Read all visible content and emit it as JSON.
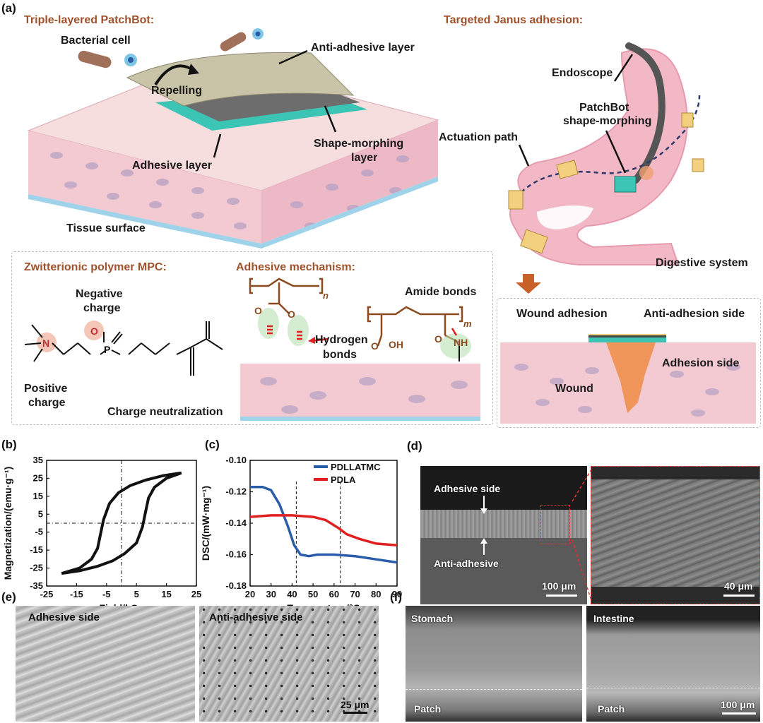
{
  "panel_a": {
    "label": "(a)",
    "patchbot": {
      "title": "Triple-layered PatchBot:",
      "bacterial_cell": "Bacterial  cell",
      "anti_adhesive_layer": "Anti-adhesive layer",
      "repelling": "Repelling",
      "shape_morphing_1": "Shape-morphing",
      "shape_morphing_2": "layer",
      "adhesive_layer": "Adhesive layer",
      "tissue_surface": "Tissue surface"
    },
    "janus": {
      "title": "Targeted Janus adhesion:",
      "endoscope": "Endoscope",
      "patchbot_1": "PatchBot",
      "patchbot_2": "shape-morphing",
      "actuation_path": "Actuation path",
      "digestive_system": "Digestive system",
      "wound_adhesion": "Wound adhesion",
      "anti_adhesion_side": "Anti-adhesion side",
      "adhesion_side": "Adhesion side",
      "wound": "Wound"
    },
    "mpc": {
      "title": "Zwitterionic polymer MPC:",
      "negative_1": "Negative",
      "negative_2": "charge",
      "positive_1": "Positive",
      "positive_2": "charge",
      "neutralization": "Charge neutralization",
      "atom_n": "N",
      "atom_o": "O",
      "atom_p": "P"
    },
    "mechanism": {
      "title": "Adhesive mechanism:",
      "hydrogen_1": "Hydrogen",
      "hydrogen_2": "bonds",
      "amide": "Amide bonds",
      "sub_n": "n",
      "sub_m": "m",
      "oh": "OH",
      "nh": "NH",
      "o": "O"
    }
  },
  "panel_b": {
    "label": "(b)",
    "chart_data": {
      "type": "line",
      "xlabel": "Field/kOe",
      "ylabel": "Magnetization/(emu·g⁻¹)",
      "xlim": [
        -25,
        25
      ],
      "ylim": [
        -35,
        35
      ],
      "xticks": [
        "-25",
        "-15",
        "-5",
        "5",
        "15",
        "25"
      ],
      "yticks": [
        "35",
        "25",
        "15",
        "5",
        "-5",
        "-15",
        "-25",
        "-35"
      ],
      "series": [
        {
          "points": [
            [
              -20,
              -28
            ],
            [
              -14,
              -25
            ],
            [
              -10,
              -20
            ],
            [
              -8,
              -14
            ],
            [
              -7,
              -6
            ],
            [
              -6,
              2
            ],
            [
              -4,
              11
            ],
            [
              -1,
              17
            ],
            [
              3,
              21
            ],
            [
              8,
              24
            ],
            [
              14,
              26.5
            ],
            [
              20,
              28
            ]
          ]
        },
        {
          "points": [
            [
              20,
              28
            ],
            [
              15,
              25
            ],
            [
              11,
              20
            ],
            [
              9,
              14
            ],
            [
              8,
              6
            ],
            [
              7,
              -2
            ],
            [
              5,
              -11
            ],
            [
              1,
              -17
            ],
            [
              -3,
              -21
            ],
            [
              -8,
              -24
            ],
            [
              -14,
              -26.5
            ],
            [
              -20,
              -28
            ]
          ]
        }
      ]
    }
  },
  "panel_c": {
    "label": "(c)",
    "chart_data": {
      "type": "line",
      "xlabel": "Temperature/°C",
      "ylabel": "DSC/(mW·mg⁻¹)",
      "xlim": [
        20,
        90
      ],
      "ylim": [
        -0.18,
        -0.1
      ],
      "xticks": [
        "20",
        "30",
        "40",
        "50",
        "60",
        "70",
        "80",
        "90"
      ],
      "yticks": [
        "-0.10",
        "-0.12",
        "-0.14",
        "-0.16",
        "-0.18"
      ],
      "legend_position": "top-right",
      "series": [
        {
          "name": "PDLLATMC",
          "color": "#2a5caa",
          "points": [
            [
              20,
              -0.117
            ],
            [
              26,
              -0.117
            ],
            [
              30,
              -0.119
            ],
            [
              34,
              -0.128
            ],
            [
              38,
              -0.142
            ],
            [
              41,
              -0.154
            ],
            [
              44,
              -0.16
            ],
            [
              48,
              -0.161
            ],
            [
              52,
              -0.16
            ],
            [
              60,
              -0.16
            ],
            [
              70,
              -0.161
            ],
            [
              80,
              -0.163
            ],
            [
              90,
              -0.165
            ]
          ]
        },
        {
          "name": "PDLA",
          "color": "#e02020",
          "points": [
            [
              20,
              -0.136
            ],
            [
              30,
              -0.135
            ],
            [
              40,
              -0.135
            ],
            [
              50,
              -0.136
            ],
            [
              56,
              -0.138
            ],
            [
              62,
              -0.143
            ],
            [
              66,
              -0.147
            ],
            [
              72,
              -0.15
            ],
            [
              80,
              -0.153
            ],
            [
              90,
              -0.154
            ]
          ]
        }
      ],
      "markers_x": [
        42,
        63
      ]
    }
  },
  "panel_d": {
    "label": "(d)",
    "adhesive_side": "Adhesive side",
    "anti_adhesive": "Anti-adhesive",
    "scale_left": "100 μm",
    "scale_right": "40 μm"
  },
  "panel_e": {
    "label": "(e)",
    "adhesive_side": "Adhesive side",
    "anti_adhesive_side": "Anti-adhesive side",
    "scale": "25 μm"
  },
  "panel_f": {
    "label": "(f)",
    "stomach": "Stomach",
    "intestine": "Intestine",
    "patch_left": "Patch",
    "patch_right": "Patch",
    "scale": "100 μm"
  },
  "colors": {
    "title_brown": "#a0522d",
    "tissue_pink": "#f3c9d2",
    "stomach_pink": "#f2b8c6",
    "patch_teal": "#3cc4b4",
    "arrow_orange": "#c8602a",
    "series_blue": "#2a5caa",
    "series_red": "#e02020"
  }
}
